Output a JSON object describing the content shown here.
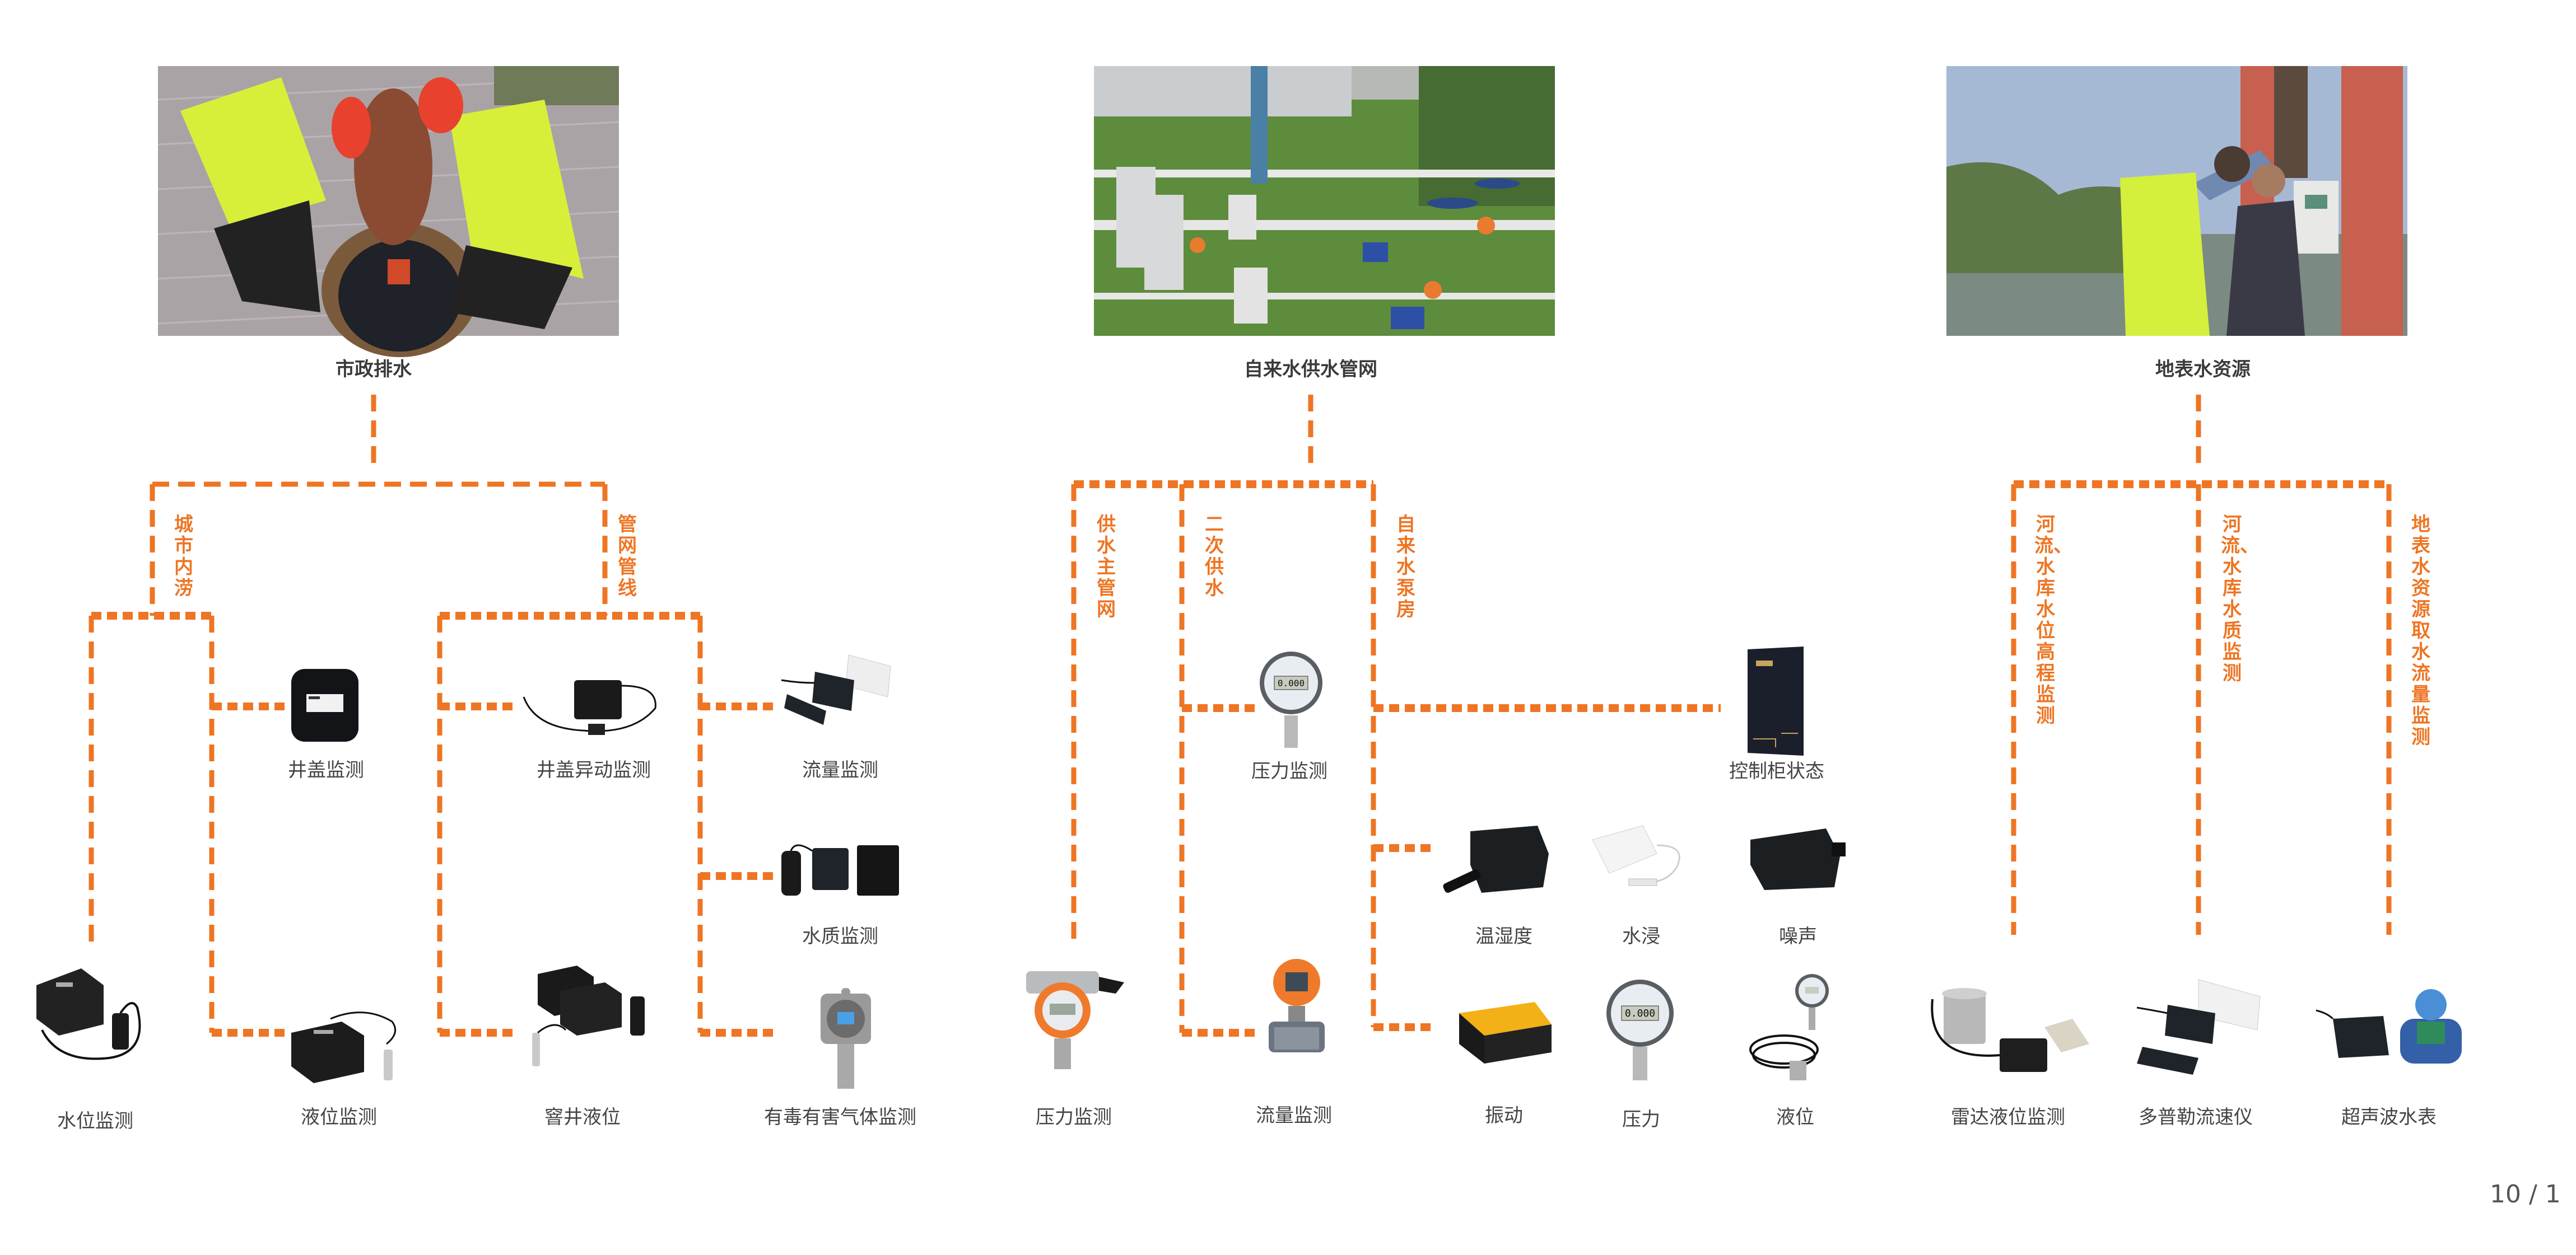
{
  "colors": {
    "accent": "#EE7523",
    "title_text": "#3a3a3a",
    "label_text": "#444444"
  },
  "sections": [
    {
      "title": "市政排水",
      "photo": "workers-installing-sensor-in-manhole",
      "branches": [
        {
          "label": "城市内涝",
          "devices": [
            {
              "name": "水位监测",
              "icon": "ultrasonic-water-level-sensor"
            },
            {
              "name": "井盖监测",
              "icon": "manhole-cover-sensor"
            },
            {
              "name": "液位监测",
              "icon": "pressure-level-sensor"
            }
          ]
        },
        {
          "label": "管网管线",
          "devices": [
            {
              "name": "井盖异动监测",
              "icon": "manhole-movement-sensor"
            },
            {
              "name": "窨井液位",
              "icon": "well-level-sensor"
            },
            {
              "name": "流量监测",
              "icon": "flow-meter"
            },
            {
              "name": "水质监测",
              "icon": "water-quality-probe"
            },
            {
              "name": "有毒有害气体监测",
              "icon": "gas-detector"
            }
          ]
        }
      ]
    },
    {
      "title": "自来水供水管网",
      "photo": "valves-and-pipes-on-lawn",
      "branches": [
        {
          "label": "供水主管网",
          "devices": [
            {
              "name": "压力监测",
              "icon": "pressure-transmitter"
            }
          ]
        },
        {
          "label": "二次供水",
          "devices": [
            {
              "name": "压力监测",
              "icon": "digital-pressure-gauge"
            },
            {
              "name": "流量监测",
              "icon": "electromagnetic-flowmeter"
            }
          ]
        },
        {
          "label": "自来水泵房",
          "devices": [
            {
              "name": "控制柜状态",
              "icon": "control-cabinet"
            },
            {
              "name": "温湿度",
              "icon": "temp-humidity-sensor"
            },
            {
              "name": "水浸",
              "icon": "water-leak-sensor"
            },
            {
              "name": "噪声",
              "icon": "noise-sensor"
            },
            {
              "name": "振动",
              "icon": "vibration-sensor"
            },
            {
              "name": "压力",
              "icon": "digital-pressure-gauge"
            },
            {
              "name": "液位",
              "icon": "level-gauge"
            }
          ]
        }
      ]
    },
    {
      "title": "地表水资源",
      "photo": "worker-at-reservoir-monitoring-station",
      "branches": [
        {
          "label": "河流、水库水位高程监测",
          "devices": [
            {
              "name": "雷达液位监测",
              "icon": "radar-level-sensor"
            }
          ]
        },
        {
          "label": "河流、水库水质监测",
          "devices": [
            {
              "name": "多普勒流速仪",
              "icon": "doppler-flow-meter"
            }
          ]
        },
        {
          "label": "地表水资源取水流量监测",
          "devices": [
            {
              "name": "超声波水表",
              "icon": "ultrasonic-water-meter"
            }
          ]
        }
      ]
    }
  ],
  "page_number": "10 / 1"
}
